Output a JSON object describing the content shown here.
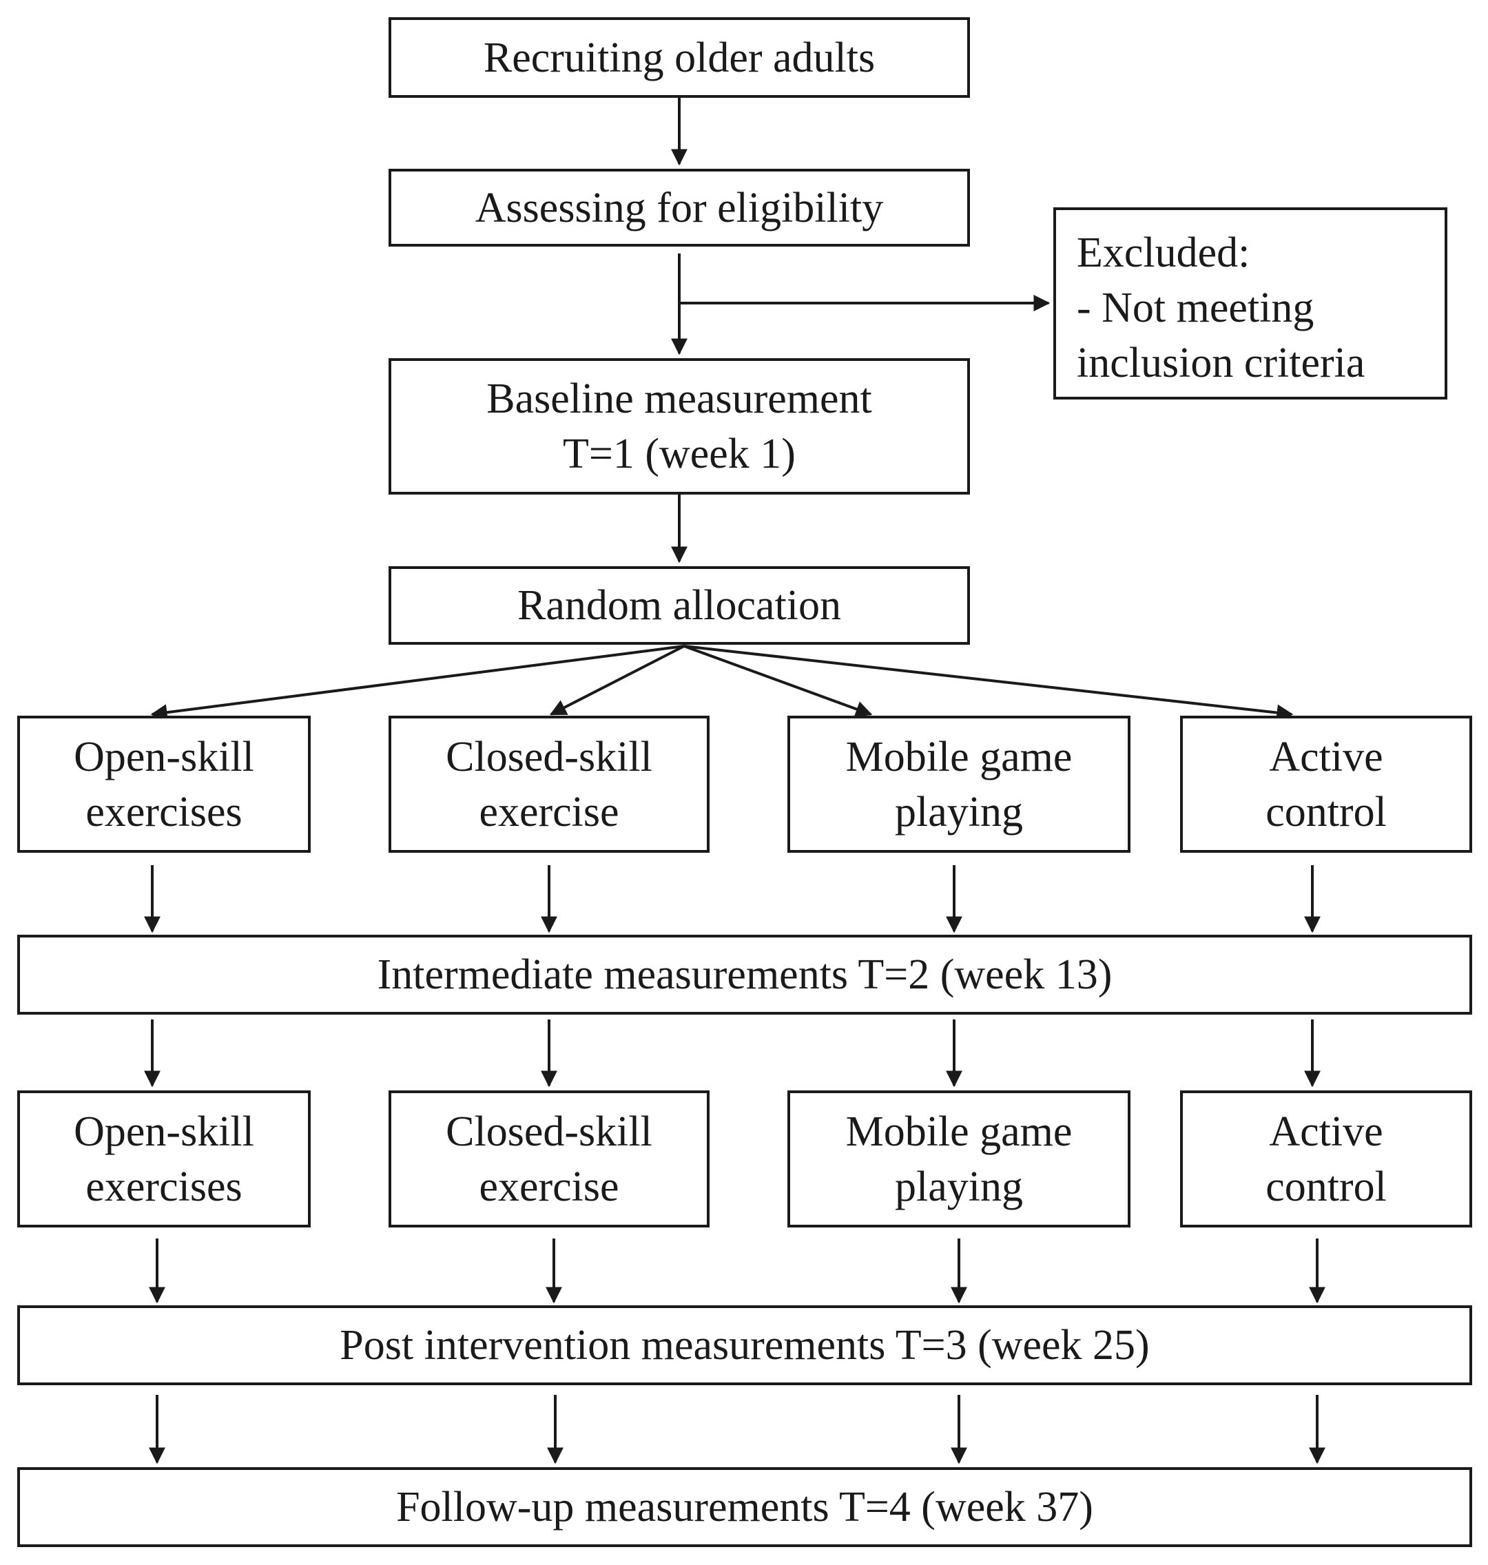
{
  "colors": {
    "line": "#1a1a1a",
    "background": "#ffffff"
  },
  "steps": {
    "recruit": "Recruiting older adults",
    "assess": "Assessing for eligibility",
    "baseline": [
      "Baseline measurement",
      "T=1 (week 1)"
    ],
    "random": "Random allocation"
  },
  "excluded": {
    "title": "Excluded:",
    "reason_line1": "-  Not meeting",
    "reason_line2": "inclusion criteria"
  },
  "groups": {
    "open": [
      "Open-skill",
      "exercises"
    ],
    "closed": [
      "Closed-skill",
      "exercise"
    ],
    "mobile": [
      "Mobile game",
      "playing"
    ],
    "active": [
      "Active",
      "control"
    ]
  },
  "measurements": {
    "t2": "Intermediate measurements T=2 (week 13)",
    "t3": "Post intervention measurements T=3 (week 25)",
    "t4": "Follow-up measurements T=4 (week 37)"
  }
}
